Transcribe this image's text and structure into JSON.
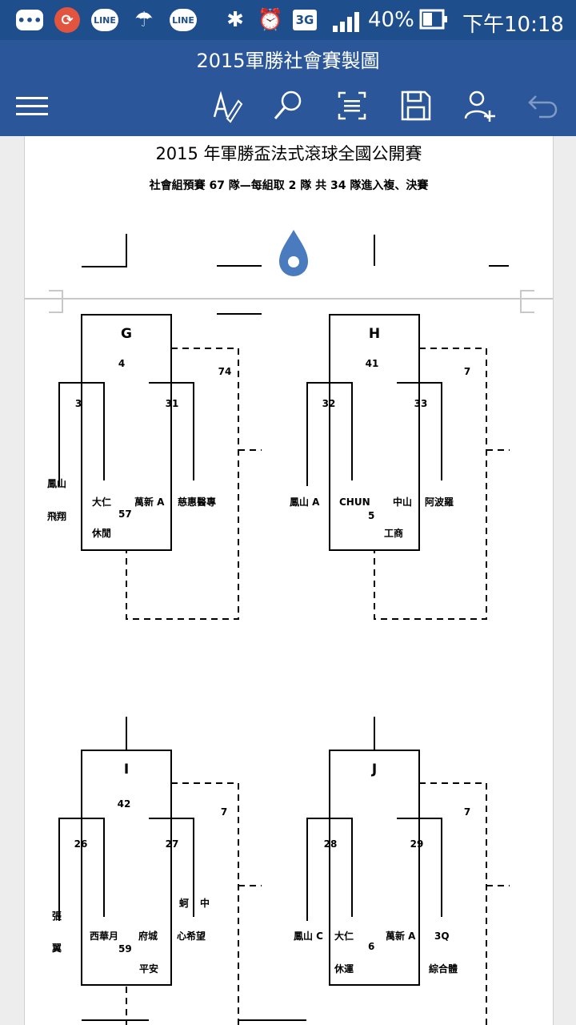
{
  "status_bar": {
    "icons": [
      "chat-icon",
      "sync-icon",
      "line-icon",
      "weather-icon",
      "line-icon",
      "bluetooth-icon",
      "alarm-icon",
      "signal-icon",
      "battery-icon"
    ],
    "line1": "LINE",
    "line2": "LINE",
    "network": "3G",
    "battery": "40%",
    "time": "下午10:18"
  },
  "app": {
    "title": "2015軍勝社會賽製圖",
    "toolbar": [
      "menu-icon",
      "draw-icon",
      "search-icon",
      "reading-view-icon",
      "save-icon",
      "share-icon",
      "undo-icon"
    ]
  },
  "document": {
    "title": "2015 年軍勝盃法式滾球全國公開賽",
    "subtitle": "社會組預賽 67 隊—每組取 2 隊  共 34 隊進入複、決賽",
    "groups": [
      {
        "name": "G",
        "top_no": "4",
        "left_no": "3",
        "right_no": "31",
        "side_no": "74",
        "center_no": "57",
        "team_outer_left_a": "鳳山",
        "team_outer_left_b": "飛翔",
        "team_inner_left": "大仁",
        "team_inner_left_b": "休閒",
        "team_inner_right": "萬新 A",
        "team_outer_right": "慈惠醫專",
        "extra_right_a": "",
        "extra_right_b": "",
        "extra_bottom": ""
      },
      {
        "name": "H",
        "top_no": "41",
        "left_no": "32",
        "right_no": "33",
        "side_no": "7",
        "center_no": "5",
        "team_outer_left_a": "",
        "team_outer_left_b": "",
        "team_outer_left": "鳳山 A",
        "team_inner_left": "CHUN",
        "team_inner_left_b": "",
        "team_inner_right": "中山",
        "team_outer_right": "阿波羅",
        "extra_bottom": "工商"
      },
      {
        "name": "I",
        "top_no": "42",
        "left_no": "26",
        "right_no": "27",
        "side_no": "7",
        "center_no": "59",
        "team_outer_left_a": "張",
        "team_outer_left_b": "翼",
        "team_inner_left": "西華月",
        "team_inner_right": "府城",
        "team_outer_right": "心希望",
        "extra_right_a": "蚵",
        "extra_right_b": "中",
        "extra_bottom": "平安"
      },
      {
        "name": "J",
        "top_no": "",
        "left_no": "28",
        "right_no": "29",
        "side_no": "7",
        "center_no": "6",
        "team_outer_left": "鳳山 C",
        "team_inner_left": "大仁",
        "team_inner_left_b": "休運",
        "team_inner_right": "萬新 A",
        "team_outer_right": "3Q",
        "extra_right_b": "綜合體"
      }
    ]
  }
}
